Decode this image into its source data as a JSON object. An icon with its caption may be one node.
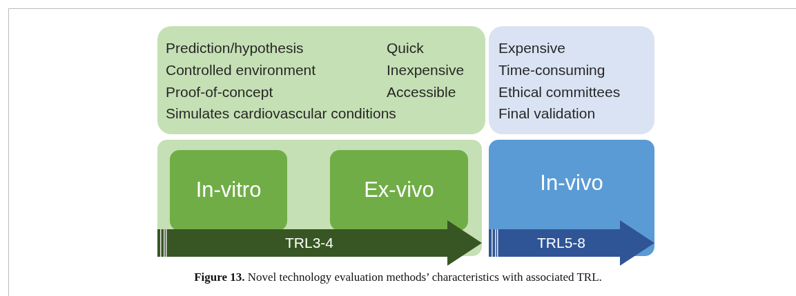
{
  "diagram": {
    "caption": "**Figure 13.** Novel technology evaluation methods’ characteristics with associated TRL.",
    "nodes": [
      {
        "text": [
          "Prediction/hypothesis",
          "Quick",
          "Controlled environment",
          "Inexpensive",
          "Proof-of-concept",
          "Accessible",
          "Simulates cardiovascular conditions"
        ]
      },
      {
        "text": [
          "Expensive",
          "Time-consuming",
          "Ethical committees",
          "Final validation"
        ]
      },
      {
        "text": [],
        "shape": "box"
      },
      {
        "text": [
          "In-vitro"
        ],
        "in": 2
      },
      {
        "text": [
          "Ex-vivo"
        ],
        "in": 2
      },
      {
        "text": [
          "TRL3-4"
        ]
      },
      {
        "text": [
          "In-vivo"
        ]
      },
      {
        "text": [
          "TRL5-8"
        ]
      }
    ],
    "edges": []
  }
}
